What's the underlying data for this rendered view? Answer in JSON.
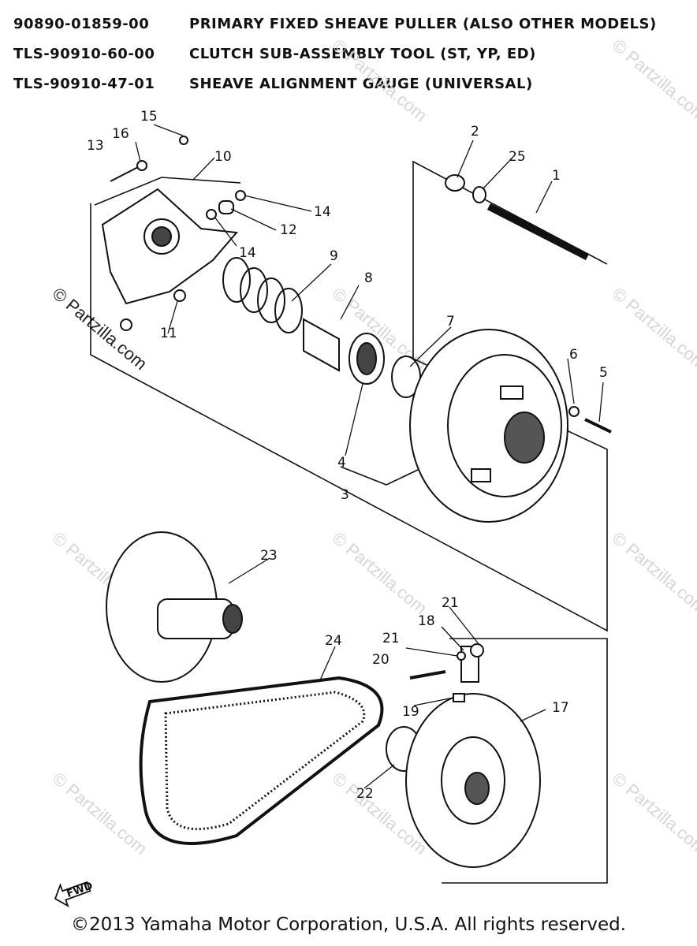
{
  "tools": [
    {
      "number": "90890-01859-00",
      "description": "PRIMARY FIXED SHEAVE PULLER (ALSO OTHER MODELS)"
    },
    {
      "number": "TLS-90910-60-00",
      "description": "CLUTCH SUB-ASSEMBLY TOOL (ST, YP, ED)"
    },
    {
      "number": "TLS-90910-47-01",
      "description": "SHEAVE ALIGNMENT GAUGE (UNIVERSAL)"
    }
  ],
  "callouts": {
    "c1": "1",
    "c2": "2",
    "c3": "3",
    "c4": "4",
    "c5": "5",
    "c6": "6",
    "c7": "7",
    "c8": "8",
    "c9": "9",
    "c10": "10",
    "c11": "11",
    "c12": "12",
    "c13": "13",
    "c14a": "14",
    "c14b": "14",
    "c15": "15",
    "c16": "16",
    "c17": "17",
    "c18": "18",
    "c19": "19",
    "c20": "20",
    "c21a": "21",
    "c21b": "21",
    "c22": "22",
    "c23": "23",
    "c24": "24",
    "c25": "25"
  },
  "fwd_label": "FWD",
  "watermark": {
    "text": "© Partzilla.com",
    "prominent": "© Partzilla.com"
  },
  "copyright": "©2013  Yamaha Motor Corporation, U.S.A. All rights reserved."
}
